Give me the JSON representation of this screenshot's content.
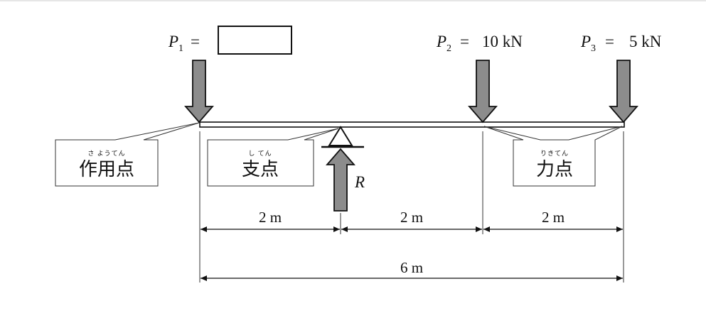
{
  "loads": {
    "p1": {
      "symbol": "P",
      "sub": "1",
      "eq": "=",
      "value": ""
    },
    "p2": {
      "symbol": "P",
      "sub": "2",
      "eq": "=",
      "value": "10 kN"
    },
    "p3": {
      "symbol": "P",
      "sub": "3",
      "eq": "=",
      "value": "5 kN"
    }
  },
  "reaction": {
    "symbol": "R"
  },
  "callouts": {
    "effort_point": {
      "label": "作用点",
      "furigana": "さ ようてん"
    },
    "fulcrum": {
      "label": "支点",
      "furigana": "し てん"
    },
    "load_point": {
      "label": "力点",
      "furigana": "りきてん"
    }
  },
  "dimensions": {
    "seg1": "2 m",
    "seg2": "2 m",
    "seg3": "2 m",
    "total": "6 m"
  },
  "colors": {
    "arrow_fill": "#8c8c8c",
    "stroke": "#111111"
  }
}
